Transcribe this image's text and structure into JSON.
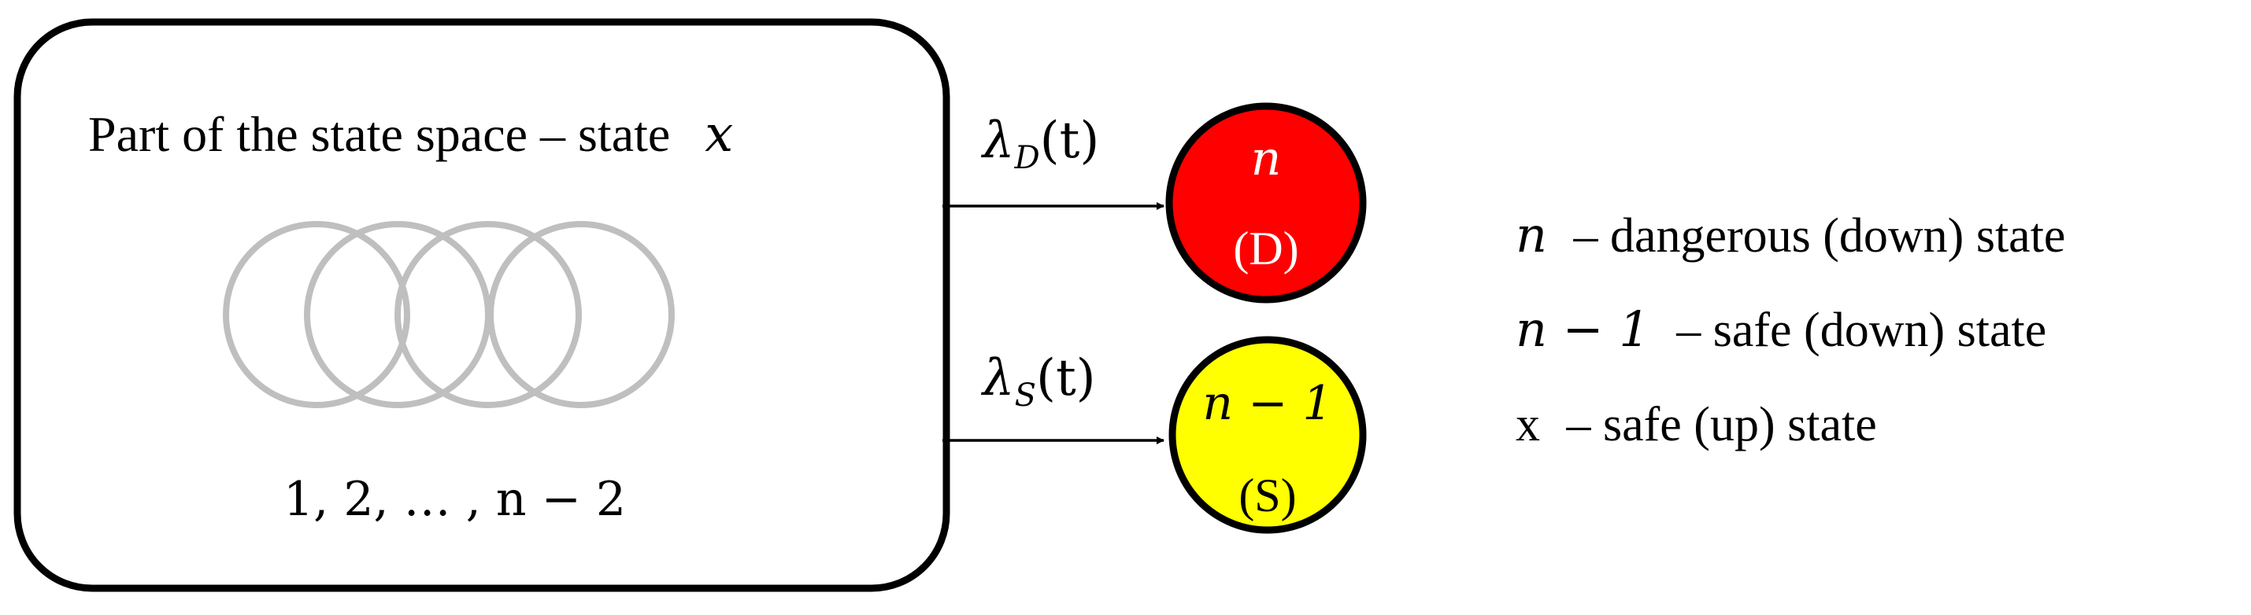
{
  "region": {
    "title_text": "Part of the state space – state",
    "title_var": "x",
    "substates_label": "1, 2, … , n − 2"
  },
  "transitions": {
    "dangerous": {
      "symbol": "λ",
      "subscript": "D",
      "arg": "(t)"
    },
    "safe": {
      "symbol": "λ",
      "subscript": "S",
      "arg": "(t)"
    }
  },
  "states": {
    "dangerous": {
      "top_label": "n",
      "bottom_label": "(D)",
      "fill": "#ff0000",
      "text_color": "#ffffff"
    },
    "safe": {
      "top_label": "n − 1",
      "bottom_label": "(S)",
      "fill": "#ffff00",
      "text_color": "#000000"
    }
  },
  "legend": {
    "items": [
      {
        "symbol": "n",
        "desc": "– dangerous (down) state"
      },
      {
        "symbol": "n − 1",
        "desc": "– safe (down) state"
      },
      {
        "symbol": "x",
        "desc": "– safe (up) state"
      }
    ]
  },
  "colors": {
    "substate_stroke": "#bfbfbf",
    "outline": "#000000"
  }
}
